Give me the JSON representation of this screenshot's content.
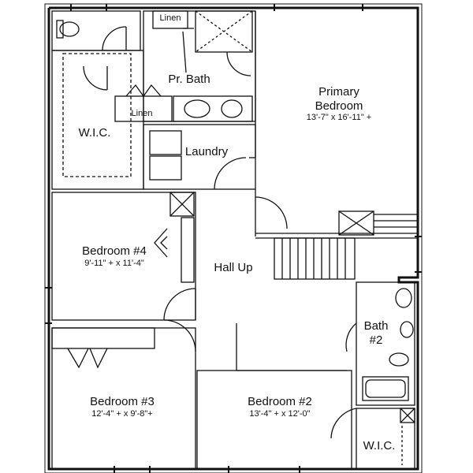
{
  "plan": {
    "rooms": {
      "primary_bedroom": {
        "name_line1": "Primary",
        "name_line2": "Bedroom",
        "dims": "13'-7\" x 16'-11\" +"
      },
      "pr_bath": {
        "name": "Pr. Bath"
      },
      "linen_top": {
        "name": "Linen"
      },
      "linen_mid": {
        "name": "Linen"
      },
      "wic_left": {
        "name": "W.I.C."
      },
      "laundry": {
        "name": "Laundry"
      },
      "bedroom4": {
        "name": "Bedroom #4",
        "dims": "9'-11\" + x 11'-4\""
      },
      "hall_up": {
        "name": "Hall Up"
      },
      "bath2": {
        "name_line1": "Bath",
        "name_line2": "#2"
      },
      "bedroom3": {
        "name": "Bedroom #3",
        "dims": "12'-4\" + x 9'-8\"+"
      },
      "bedroom2": {
        "name": "Bedroom #2",
        "dims": "13'-4\" + x 12'-0\""
      },
      "wic_right": {
        "name": "W.I.C."
      }
    }
  }
}
